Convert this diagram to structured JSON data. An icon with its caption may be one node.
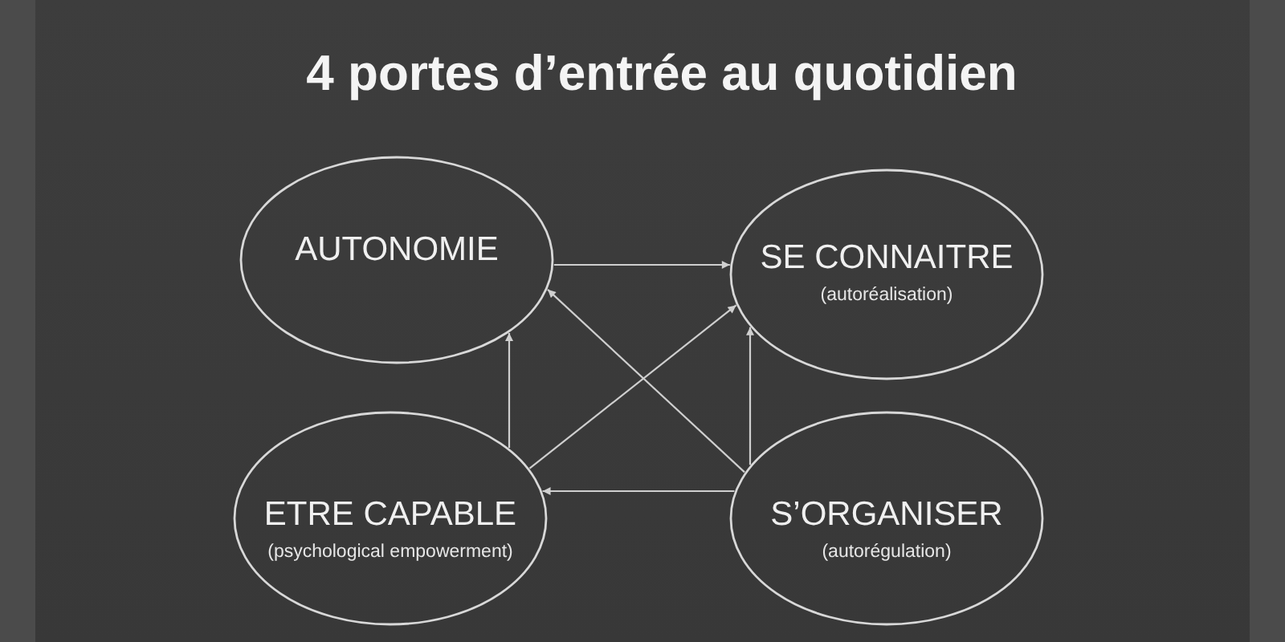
{
  "diagram": {
    "title": "4 portes d’entrée au quotidien",
    "nodes": [
      {
        "text": [
          "AUTONOMIE"
        ]
      },
      {
        "text": [
          "SE CONNAITRE",
          "(autoréalisation)"
        ]
      },
      {
        "text": [
          "ETRE CAPABLE",
          "(psychological empowerment)"
        ]
      },
      {
        "text": [
          "S’ORGANISER",
          "(autorégulation)"
        ]
      }
    ],
    "edges": [
      {
        "from": 0,
        "to": 1,
        "arrow": "to"
      },
      {
        "from": 3,
        "to": 0,
        "arrow": "to"
      },
      {
        "from": 2,
        "to": 1,
        "arrow": "to"
      },
      {
        "from": 2,
        "to": 0,
        "arrow": "to"
      },
      {
        "from": 3,
        "to": 1,
        "arrow": "to"
      },
      {
        "from": 3,
        "to": 2,
        "arrow": "to"
      }
    ]
  }
}
